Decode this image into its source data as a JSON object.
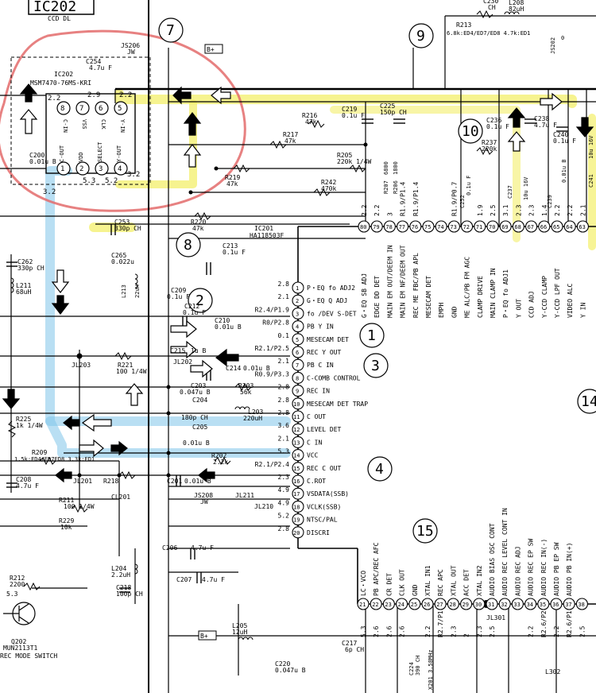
{
  "header": {
    "ic_title": "IC202",
    "subtitle": "CCD DL",
    "bplus": "B+"
  },
  "ic202": {
    "name": "IC202",
    "part": "MSM7470-76MS-KRI",
    "pins": [
      {
        "n": "8",
        "label": "C-IN",
        "v": "2.2"
      },
      {
        "n": "7",
        "label": "VSS",
        "v": ""
      },
      {
        "n": "6",
        "label": "CLK",
        "v": "2.9"
      },
      {
        "n": "5",
        "label": "Y-IN",
        "v": "2.2"
      },
      {
        "n": "1",
        "label": "C-OUT",
        "v": ""
      },
      {
        "n": "2",
        "label": "VDD",
        "v": "5.3"
      },
      {
        "n": "3",
        "label": "SELECT",
        "v": "5.2"
      },
      {
        "n": "4",
        "label": "Y-OUT",
        "v": "3.2"
      }
    ],
    "left_v": "3.2"
  },
  "ic201": {
    "name": "IC201",
    "part": "HA118503F"
  },
  "callouts": [
    "7",
    "9",
    "10",
    "8",
    "2",
    "1",
    "3",
    "4",
    "14",
    "15"
  ],
  "components": [
    {
      "id": "JS206",
      "value": "JW"
    },
    {
      "id": "C254",
      "value": "4.7u F"
    },
    {
      "id": "C200",
      "value": "0.01u B"
    },
    {
      "id": "R216",
      "value": "47k"
    },
    {
      "id": "C219",
      "value": "0.1u F"
    },
    {
      "id": "C225",
      "value": "150p CH"
    },
    {
      "id": "R217",
      "value": "47k"
    },
    {
      "id": "R205",
      "value": "220k 1/4W"
    },
    {
      "id": "R219",
      "value": "47k"
    },
    {
      "id": "R242",
      "value": "470k"
    },
    {
      "id": "C253",
      "value": "330p CH"
    },
    {
      "id": "R220",
      "value": "47k"
    },
    {
      "id": "C265",
      "value": "0.022u"
    },
    {
      "id": "C213",
      "value": "0.1u F"
    },
    {
      "id": "C262",
      "value": "330p CH"
    },
    {
      "id": "L211",
      "value": "68uH"
    },
    {
      "id": "L213",
      "value": "22uH"
    },
    {
      "id": "C209",
      "value": "0.1u F"
    },
    {
      "id": "C212",
      "value": "0.1u F"
    },
    {
      "id": "C210",
      "value": "0.01u B"
    },
    {
      "id": "C215",
      "value": "1u B"
    },
    {
      "id": "JL203",
      "value": ""
    },
    {
      "id": "JL202",
      "value": ""
    },
    {
      "id": "C214",
      "value": "0.01u B"
    },
    {
      "id": "R221",
      "value": "100 1/4W"
    },
    {
      "id": "C203",
      "value": "0.047u B"
    },
    {
      "id": "R203",
      "value": "56k"
    },
    {
      "id": "C204",
      "value": "180p CH"
    },
    {
      "id": "L203",
      "value": "220uH"
    },
    {
      "id": "R225",
      "value": "1k 1/4W"
    },
    {
      "id": "C205",
      "value": "0.01u B"
    },
    {
      "id": "R209",
      "value": "1.5k:ED4/ED7ED8 3.3k:ED1"
    },
    {
      "id": "R202",
      "value": "2.2k"
    },
    {
      "id": "C208",
      "value": "4.7u F"
    },
    {
      "id": "JL201",
      "value": ""
    },
    {
      "id": "R218",
      "value": ""
    },
    {
      "id": "CL201",
      "value": ""
    },
    {
      "id": "C201",
      "value": "0.01u B"
    },
    {
      "id": "R211",
      "value": "100 1/4W"
    },
    {
      "id": "JS208",
      "value": "JW"
    },
    {
      "id": "R229",
      "value": "10k"
    },
    {
      "id": "JL211",
      "value": ""
    },
    {
      "id": "JL210",
      "value": ""
    },
    {
      "id": "C206",
      "value": "4.7u F"
    },
    {
      "id": "L204",
      "value": "2.2uH"
    },
    {
      "id": "C218",
      "value": "100p CH"
    },
    {
      "id": "C207",
      "value": "4.7u F"
    },
    {
      "id": "R212",
      "value": "2200"
    },
    {
      "id": "Q202",
      "value": "MUN2113T1"
    },
    {
      "id": "L205",
      "value": "12uH"
    },
    {
      "id": "C220",
      "value": "0.047u B"
    },
    {
      "id": "C217",
      "value": "6p CH"
    },
    {
      "id": "R213",
      "value": "6.8k:ED4/ED7/ED8 4.7k:ED1"
    },
    {
      "id": "C230",
      "value": "CH"
    },
    {
      "id": "L208",
      "value": "82uH"
    },
    {
      "id": "JS202",
      "value": "0"
    },
    {
      "id": "C236",
      "value": "0.1u F"
    },
    {
      "id": "R237",
      "value": "220k"
    },
    {
      "id": "C237",
      "value": "10u 16V"
    },
    {
      "id": "C238",
      "value": "4.7u F"
    },
    {
      "id": "C240",
      "value": "0.1u F"
    },
    {
      "id": "C241",
      "value": "10u 16V"
    },
    {
      "id": "C239",
      "value": "0.01u B"
    },
    {
      "id": "C252",
      "value": "0.1u F"
    },
    {
      "id": "R207",
      "value": "6800"
    },
    {
      "id": "R206",
      "value": "1800"
    },
    {
      "id": "C224",
      "value": "390 CH"
    }
  ],
  "right_pins": [
    {
      "n": "1",
      "v": "2.8",
      "label": "P・EQ fo ADJ2"
    },
    {
      "n": "2",
      "v": "2.1",
      "label": "G・EQ Q ADJ"
    },
    {
      "n": "3",
      "v": "R2.4/P1.9",
      "label": "fo /DEV S-DET"
    },
    {
      "n": "4",
      "v": "R0/P2.8",
      "label": "PB Y IN"
    },
    {
      "n": "5",
      "v": "0.1",
      "label": "MESECAM DET"
    },
    {
      "n": "6",
      "v": "R2.1/P2.5",
      "label": "REC Y OUT"
    },
    {
      "n": "7",
      "v": "2.1",
      "label": "PB C IN"
    },
    {
      "n": "8",
      "v": "R0.9/P3.3",
      "label": "C-COMB CONTROL"
    },
    {
      "n": "9",
      "v": "2.8",
      "label": "REC IN"
    },
    {
      "n": "10",
      "v": "2.8",
      "label": "MESECAM DET TRAP"
    },
    {
      "n": "11",
      "v": "2.8",
      "label": "C OUT"
    },
    {
      "n": "12",
      "v": "3.6",
      "label": "LEVEL DET"
    },
    {
      "n": "13",
      "v": "2.1",
      "label": "C IN"
    },
    {
      "n": "14",
      "v": "5.3",
      "label": "VCC"
    },
    {
      "n": "15",
      "v": "R2.1/P2.4",
      "label": "REC C OUT"
    },
    {
      "n": "16",
      "v": "2.3",
      "label": "C.ROT"
    },
    {
      "n": "17",
      "v": "4.9",
      "label": "VSDATA(SSB)"
    },
    {
      "n": "18",
      "v": "4.9",
      "label": "VCLK(SSB)"
    },
    {
      "n": "19",
      "v": "5.2",
      "label": "NTSC/PAL"
    },
    {
      "n": "20",
      "v": "2.8",
      "label": "DISCRI"
    }
  ],
  "top_pins": [
    {
      "n": "80",
      "v": "2.2",
      "label": "G・EQ SB ADJ"
    },
    {
      "n": "79",
      "v": "2.2",
      "label": "EDGE DD DET"
    },
    {
      "n": "78",
      "v": "3",
      "label": "MAIN EM OUT/DEEM IN"
    },
    {
      "n": "77",
      "v": "R1.9/P1.4",
      "label": "MAIN EM NF/DEEM OUT"
    },
    {
      "n": "76",
      "v": "R1.9/P1.4",
      "label": "REC ME FBC/PB APL"
    },
    {
      "n": "75",
      "v": "",
      "label": "MESECAM DET"
    },
    {
      "n": "74",
      "v": "",
      "label": "EMPH"
    },
    {
      "n": "73",
      "v": "R1.9/P0.7",
      "label": "GND"
    },
    {
      "n": "72",
      "v": "",
      "label": "ME ALC/PB FM AGC"
    },
    {
      "n": "71",
      "v": "1.9",
      "label": "CLAMP DRIVE"
    },
    {
      "n": "70",
      "v": "2.5",
      "label": "MAIN CLAMP IN"
    },
    {
      "n": "69",
      "v": "3.1",
      "label": "P・EQ fo ADJ1"
    },
    {
      "n": "68",
      "v": "2.3",
      "label": "Y OUT"
    },
    {
      "n": "67",
      "v": "2.3",
      "label": "CCD ADJ"
    },
    {
      "n": "66",
      "v": "1.4",
      "label": "Y-CCD CLAMP"
    },
    {
      "n": "65",
      "v": "2.2",
      "label": "Y-CCD LPF OUT"
    },
    {
      "n": "64",
      "v": "2.2",
      "label": "VIDEO ALC"
    },
    {
      "n": "63",
      "v": "2.1",
      "label": "Y IN"
    }
  ],
  "bottom_pins": [
    {
      "n": "21",
      "v": "5.3",
      "label": "LC・VCO"
    },
    {
      "n": "22",
      "v": "2.6",
      "label": "PB APC/REC AFC"
    },
    {
      "n": "23",
      "v": "2.6",
      "label": "CR DET"
    },
    {
      "n": "24",
      "v": "2.6",
      "label": "CLK OUT"
    },
    {
      "n": "25",
      "v": "",
      "label": "GND"
    },
    {
      "n": "26",
      "v": "2.2",
      "label": "XTAL IN1"
    },
    {
      "n": "27",
      "v": "R2.7/P1",
      "label": "REC APC"
    },
    {
      "n": "28",
      "v": "2.3",
      "label": "XTAL OUT"
    },
    {
      "n": "29",
      "v": "2",
      "label": "ACC DET"
    },
    {
      "n": "30",
      "v": "2.3",
      "label": "XTAL IN2"
    },
    {
      "n": "31",
      "v": "2.5",
      "label": "AUDIO BIAS OSC CONT"
    },
    {
      "n": "32",
      "v": "",
      "label": "AUDIO REC LEVEL CONT IN"
    },
    {
      "n": "33",
      "v": "",
      "label": "AUDIO REC ADJ"
    },
    {
      "n": "34",
      "v": "2.2",
      "label": "AUDIO REC EP SW"
    },
    {
      "n": "35",
      "v": "R2.6/P2",
      "label": "AUDIO REC IN(-)"
    },
    {
      "n": "36",
      "v": "2.2",
      "label": "AUDIO PB EP SW"
    },
    {
      "n": "37",
      "v": "R2.6/P1",
      "label": "AUDIO PB IN(+)"
    },
    {
      "n": "38",
      "v": "2.5",
      "label": ""
    }
  ],
  "misc": {
    "rec_mode_switch": "REC MODE SWITCH",
    "q202_v": "5.3",
    "xtal": "X201 3.58MHz",
    "jl301": "JL301",
    "l302": "L302",
    "colors": {
      "red_annot": "#e36b6b",
      "blue_annot": "#7fc4ea",
      "yellow_annot": "#f3ef6a"
    }
  }
}
